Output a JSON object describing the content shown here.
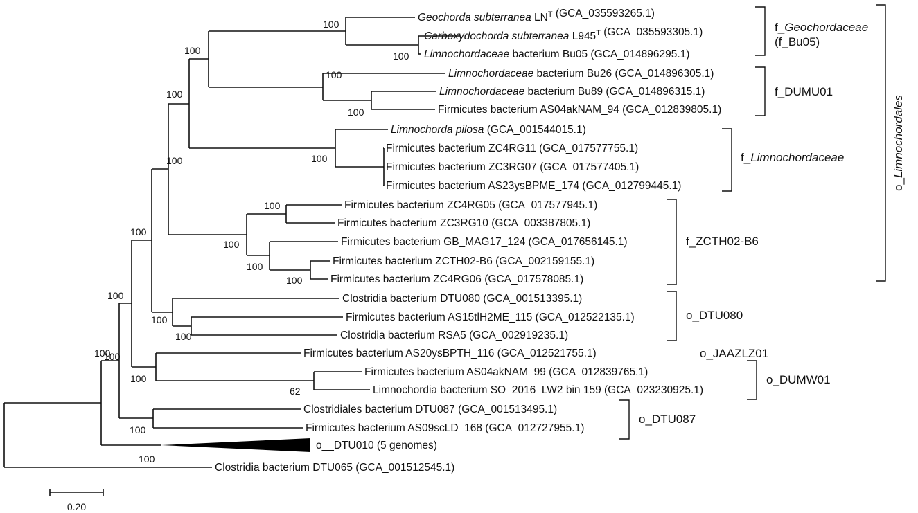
{
  "tips": [
    {
      "id": "t1",
      "parts": [
        {
          "t": "Geochorda subterranea",
          "i": true
        },
        {
          "t": " LN"
        },
        {
          "t": "T",
          "sup": true
        },
        {
          "t": " (GCA_035593265.1)"
        }
      ]
    },
    {
      "id": "t2",
      "parts": [
        {
          "t": "Carboxydochorda subterranea",
          "i": true
        },
        {
          "t": " L945"
        },
        {
          "t": "T",
          "sup": true
        },
        {
          "t": " (GCA_035593305.1)"
        }
      ]
    },
    {
      "id": "t3",
      "parts": [
        {
          "t": "Limnochordaceae",
          "i": true
        },
        {
          "t": " bacterium Bu05 (GCA_014896295.1)"
        }
      ]
    },
    {
      "id": "t4",
      "parts": [
        {
          "t": "Limnochordaceae",
          "i": true
        },
        {
          "t": " bacterium Bu26 (GCA_014896305.1)"
        }
      ]
    },
    {
      "id": "t5",
      "parts": [
        {
          "t": "Limnochordaceae",
          "i": true
        },
        {
          "t": " bacterium Bu89 (GCA_014896315.1)"
        }
      ]
    },
    {
      "id": "t6",
      "parts": [
        {
          "t": "Firmicutes bacterium AS04akNAM_94 (GCA_012839805.1)"
        }
      ]
    },
    {
      "id": "t7",
      "parts": [
        {
          "t": "Limnochorda pilosa",
          "i": true
        },
        {
          "t": " (GCA_001544015.1)"
        }
      ]
    },
    {
      "id": "t8",
      "parts": [
        {
          "t": "Firmicutes bacterium ZC4RG11 (GCA_017577755.1)"
        }
      ]
    },
    {
      "id": "t9",
      "parts": [
        {
          "t": "Firmicutes bacterium ZC3RG07 (GCA_017577405.1)"
        }
      ]
    },
    {
      "id": "t10",
      "parts": [
        {
          "t": "Firmicutes bacterium AS23ysBPME_174 (GCA_012799445.1)"
        }
      ]
    },
    {
      "id": "t11",
      "parts": [
        {
          "t": "Firmicutes bacterium ZC4RG05 (GCA_017577945.1)"
        }
      ]
    },
    {
      "id": "t12",
      "parts": [
        {
          "t": "Firmicutes bacterium ZC3RG10 (GCA_003387805.1)"
        }
      ]
    },
    {
      "id": "t13",
      "parts": [
        {
          "t": "Firmicutes bacterium GB_MAG17_124 (GCA_017656145.1)"
        }
      ]
    },
    {
      "id": "t14",
      "parts": [
        {
          "t": "Firmicutes bacterium ZCTH02-B6 (GCA_002159155.1)"
        }
      ]
    },
    {
      "id": "t15",
      "parts": [
        {
          "t": "Firmicutes bacterium ZC4RG06 (GCA_017578085.1)"
        }
      ]
    },
    {
      "id": "t16",
      "parts": [
        {
          "t": "Clostridia bacterium DTU080 (GCA_001513395.1)"
        }
      ]
    },
    {
      "id": "t17",
      "parts": [
        {
          "t": "Firmicutes bacterium AS15tlH2ME_115 (GCA_012522135.1)"
        }
      ]
    },
    {
      "id": "t18",
      "parts": [
        {
          "t": "Clostridia bacterium RSA5 (GCA_002919235.1)"
        }
      ]
    },
    {
      "id": "t19",
      "parts": [
        {
          "t": "Firmicutes bacterium AS20ysBPTH_116 (GCA_012521755.1)"
        }
      ]
    },
    {
      "id": "t20",
      "parts": [
        {
          "t": "Firmicutes bacterium AS04akNAM_99 (GCA_012839765.1)"
        }
      ]
    },
    {
      "id": "t21",
      "parts": [
        {
          "t": "Limnochordia bacterium SO_2016_LW2 bin 159 (GCA_023230925.1)"
        }
      ]
    },
    {
      "id": "t22",
      "parts": [
        {
          "t": "Clostridiales bacterium DTU087 (GCA_001513495.1)"
        }
      ]
    },
    {
      "id": "t23",
      "parts": [
        {
          "t": "Firmicutes bacterium AS09scLD_168 (GCA_012727955.1)"
        }
      ]
    },
    {
      "id": "t24",
      "parts": [
        {
          "t": "o__DTU010 (5 genomes)"
        }
      ]
    },
    {
      "id": "t25",
      "parts": [
        {
          "t": "Clostridia bacterium DTU065 (GCA_001512545.1)"
        }
      ]
    }
  ],
  "support_values": [
    {
      "node": "n1",
      "value": "100"
    },
    {
      "node": "n2",
      "value": "100"
    },
    {
      "node": "n3",
      "value": "100"
    },
    {
      "node": "n4",
      "value": "100"
    },
    {
      "node": "n5",
      "value": "100"
    },
    {
      "node": "n6",
      "value": "100"
    },
    {
      "node": "n7",
      "value": "100"
    },
    {
      "node": "n8",
      "value": "100"
    },
    {
      "node": "n9",
      "value": "100"
    },
    {
      "node": "n10",
      "value": "100"
    },
    {
      "node": "n11",
      "value": "100"
    },
    {
      "node": "n12",
      "value": "100"
    },
    {
      "node": "n13",
      "value": "100"
    },
    {
      "node": "n14",
      "value": "100"
    },
    {
      "node": "n15",
      "value": "100"
    },
    {
      "node": "n16",
      "value": "100"
    },
    {
      "node": "n17",
      "value": "100"
    },
    {
      "node": "n18",
      "value": "62"
    },
    {
      "node": "n19",
      "value": "100"
    },
    {
      "node": "n20",
      "value": "100"
    },
    {
      "node": "n21",
      "value": "100"
    },
    {
      "node": "n22",
      "value": "100"
    },
    {
      "node": "n23",
      "value": "100"
    }
  ],
  "clades": [
    {
      "id": "c1",
      "lines": [
        [
          {
            "t": "f_"
          },
          {
            "t": "Geochordaceae",
            "i": true
          }
        ],
        [
          {
            "t": "(f_Bu05)"
          }
        ]
      ]
    },
    {
      "id": "c2",
      "lines": [
        [
          {
            "t": "f_DUMU01"
          }
        ]
      ]
    },
    {
      "id": "c3",
      "lines": [
        [
          {
            "t": "f_"
          },
          {
            "t": "Limnochordaceae",
            "i": true
          }
        ]
      ]
    },
    {
      "id": "c4",
      "lines": [
        [
          {
            "t": "f_ZCTH02-B6"
          }
        ]
      ]
    },
    {
      "id": "c5",
      "lines": [
        [
          {
            "t": "o_DTU080"
          }
        ]
      ]
    },
    {
      "id": "c6",
      "lines": [
        [
          {
            "t": "o_JAAZLZ01"
          }
        ]
      ]
    },
    {
      "id": "c7",
      "lines": [
        [
          {
            "t": "o_DUMW01"
          }
        ]
      ]
    },
    {
      "id": "c8",
      "lines": [
        [
          {
            "t": "o_DTU087"
          }
        ]
      ]
    },
    {
      "id": "c9",
      "lines": [
        [
          {
            "t": "o_"
          },
          {
            "t": "Limnochordales",
            "i": true
          }
        ]
      ]
    }
  ],
  "scale_bar": {
    "length": 0.2,
    "label": "0.20"
  }
}
